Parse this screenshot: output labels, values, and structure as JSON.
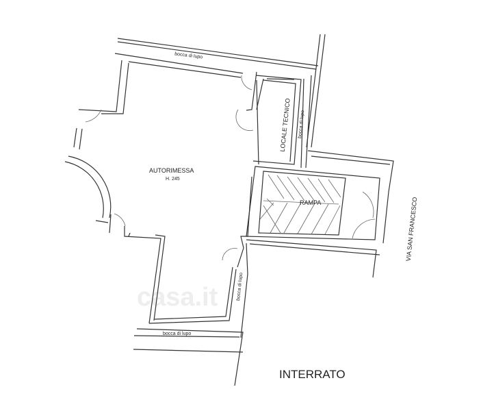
{
  "plan": {
    "title": "INTERRATO",
    "rooms": {
      "garage": "AUTORIMESSA",
      "garage_height": "H. 245",
      "technical_room": "LOCALE TECNICO",
      "ramp": "RAMPA"
    },
    "street": "VIA SAN FRANCESCO",
    "light_wells": [
      "bocca di lupo",
      "bocca di lupo",
      "bocca di lupo",
      "bocca di lupo"
    ],
    "watermark": "casa.it"
  }
}
